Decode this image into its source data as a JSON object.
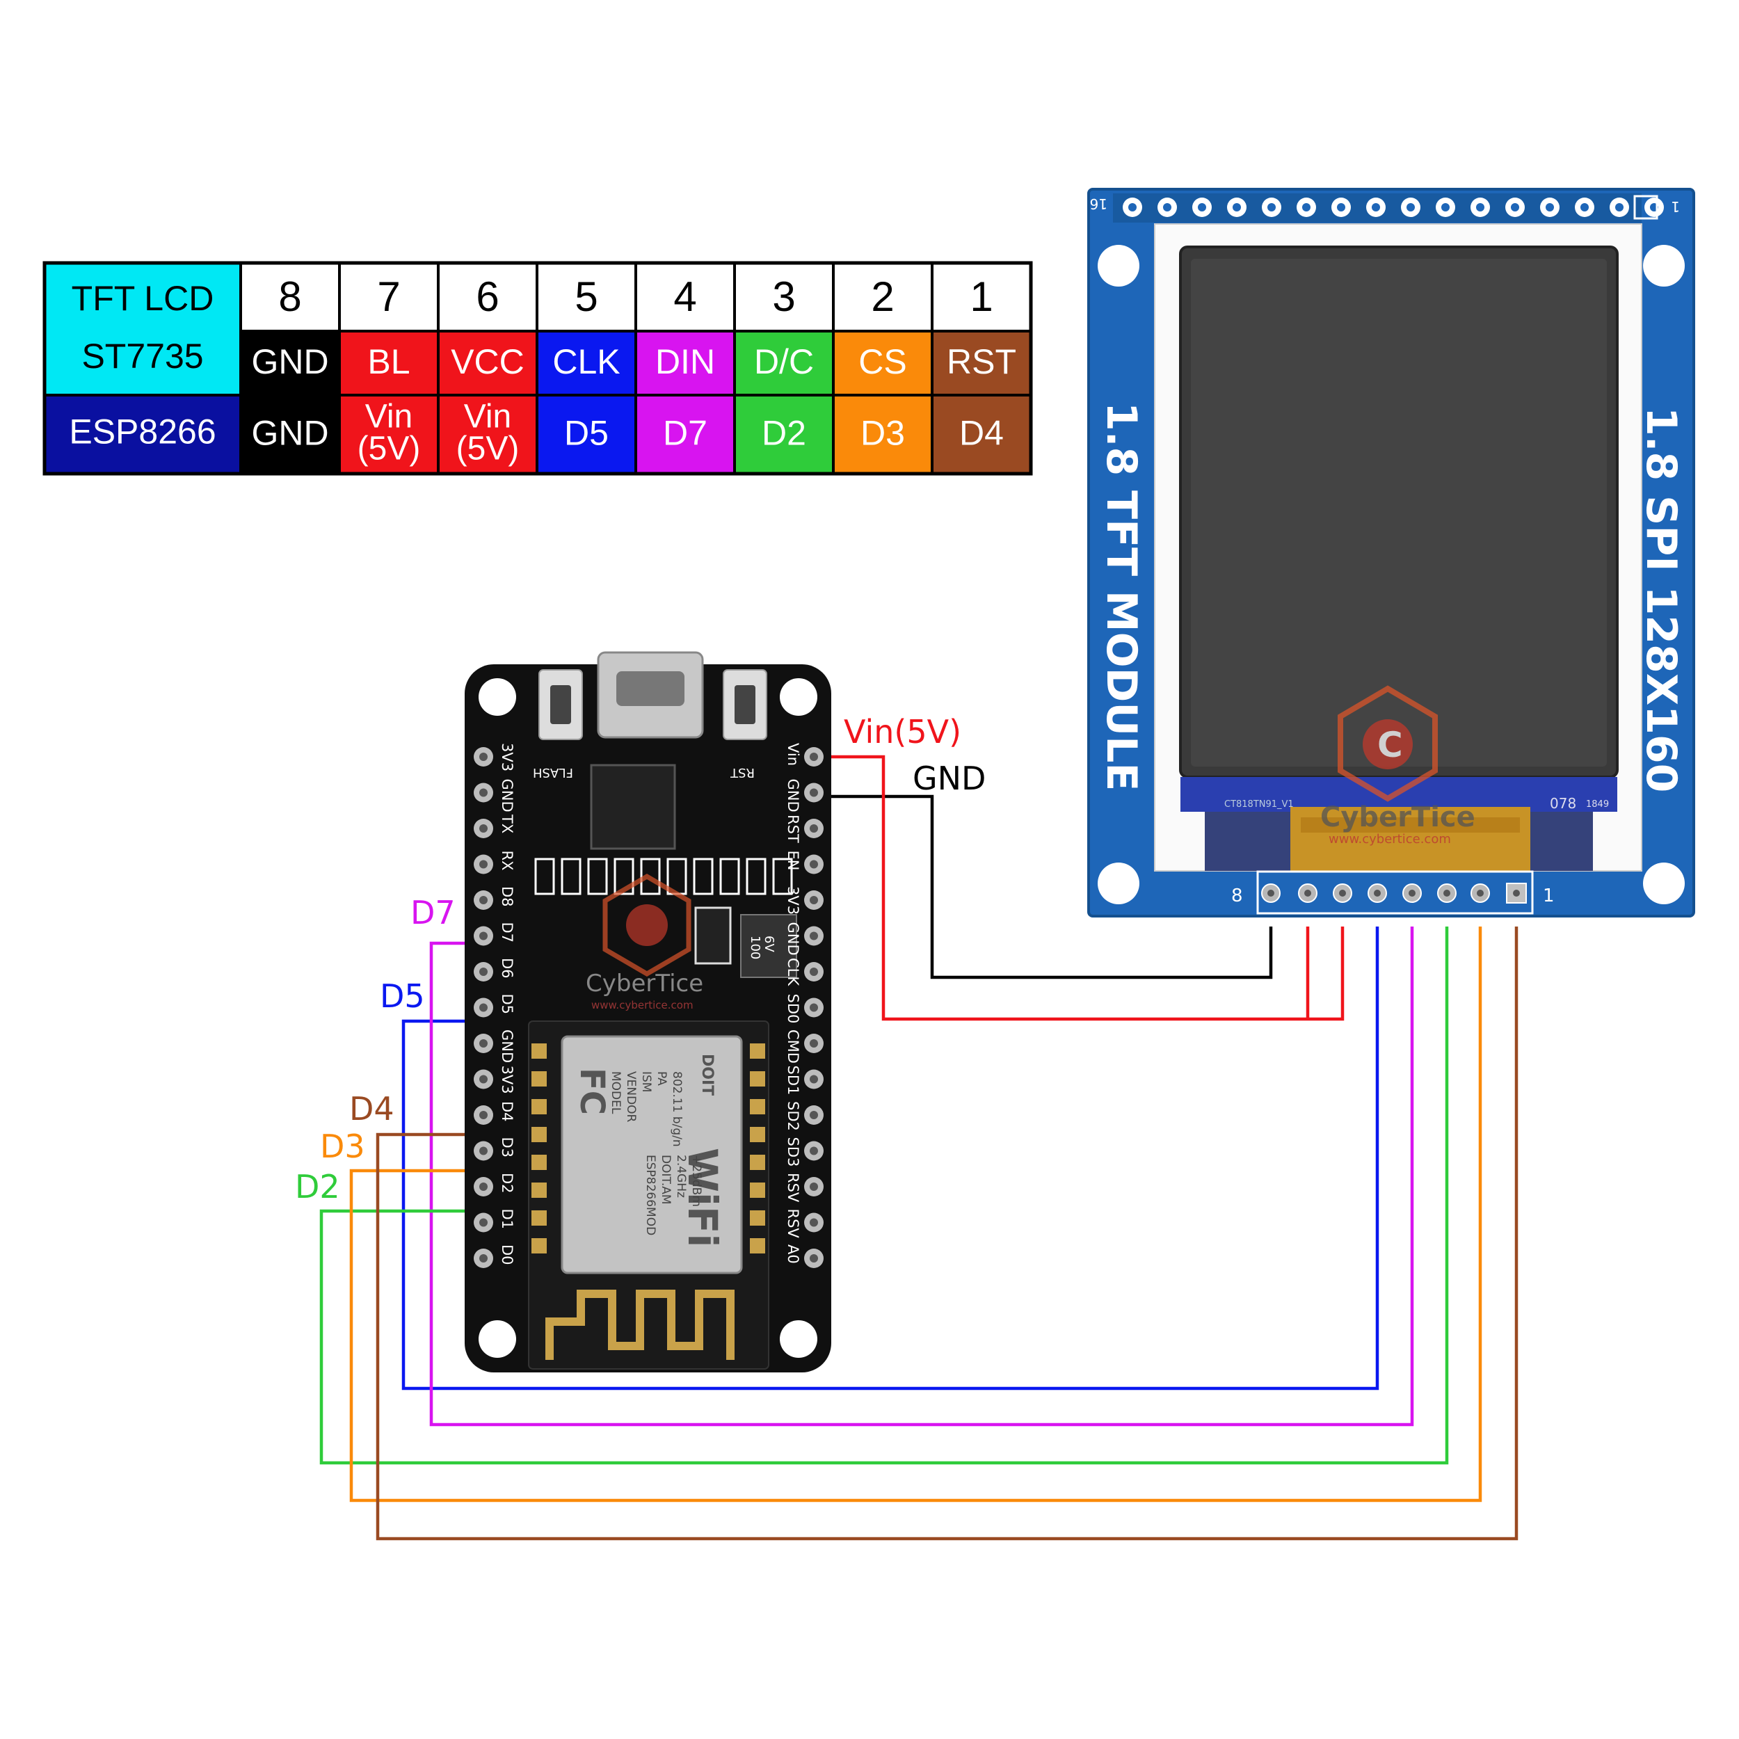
{
  "table": {
    "rows": [
      {
        "name": "TFT LCD",
        "lines": [
          "TFT LCD",
          "ST7735"
        ],
        "bg": "#00E8F4",
        "fg": "#000000"
      },
      {
        "name": "ESP8266",
        "lines": [
          "ESP8266"
        ],
        "bg": "#0A10A0",
        "fg": "#FFFFFF"
      }
    ],
    "pin_numbers": [
      "8",
      "7",
      "6",
      "5",
      "4",
      "3",
      "2",
      "1"
    ],
    "tft_pins": [
      {
        "label": "GND",
        "bg": "#000000",
        "fg": "#FFFFFF"
      },
      {
        "label": "BL",
        "bg": "#F0141B",
        "fg": "#FFFFFF"
      },
      {
        "label": "VCC",
        "bg": "#F0141B",
        "fg": "#FFFFFF"
      },
      {
        "label": "CLK",
        "bg": "#0A18F0",
        "fg": "#FFFFFF"
      },
      {
        "label": "DIN",
        "bg": "#D814F0",
        "fg": "#FFFFFF"
      },
      {
        "label": "D/C",
        "bg": "#2FCC3A",
        "fg": "#FFFFFF"
      },
      {
        "label": "CS",
        "bg": "#FA8A0A",
        "fg": "#FFFFFF"
      },
      {
        "label": "RST",
        "bg": "#9A4A22",
        "fg": "#FFFFFF"
      }
    ],
    "esp_pins": [
      {
        "lines": [
          "GND"
        ],
        "bg": "#000000",
        "fg": "#FFFFFF"
      },
      {
        "lines": [
          "Vin",
          "(5V)"
        ],
        "bg": "#F0141B",
        "fg": "#FFFFFF"
      },
      {
        "lines": [
          "Vin",
          "(5V)"
        ],
        "bg": "#F0141B",
        "fg": "#FFFFFF"
      },
      {
        "lines": [
          "D5"
        ],
        "bg": "#0A18F0",
        "fg": "#FFFFFF"
      },
      {
        "lines": [
          "D7"
        ],
        "bg": "#D814F0",
        "fg": "#FFFFFF"
      },
      {
        "lines": [
          "D2"
        ],
        "bg": "#2FCC3A",
        "fg": "#FFFFFF"
      },
      {
        "lines": [
          "D3"
        ],
        "bg": "#FA8A0A",
        "fg": "#FFFFFF"
      },
      {
        "lines": [
          "D4"
        ],
        "bg": "#9A4A22",
        "fg": "#FFFFFF"
      }
    ]
  },
  "tft_module": {
    "side_label_left": "1.8 TFT MODULE",
    "side_label_right": "1.8 SPI 128X160",
    "pin_end_left": "8",
    "pin_end_right": "1",
    "top_end_left": "16",
    "top_end_right": "1",
    "board_color": "#1E66B8",
    "fpc_text": "CT818TN91_V1",
    "fpc_codes": [
      "078",
      "1849"
    ]
  },
  "nodemcu": {
    "left_pins": [
      "3V3",
      "GND",
      "TX",
      "RX",
      "D8",
      "D7",
      "D6",
      "D5",
      "GND",
      "3V3",
      "D4",
      "D3",
      "D2",
      "D1",
      "D0"
    ],
    "right_pins": [
      "Vin",
      "GND",
      "RST",
      "EN",
      "3V3",
      "GND",
      "CLK",
      "SD0",
      "CMD",
      "SD1",
      "SD2",
      "SD3",
      "RSV",
      "RSV",
      "A0"
    ],
    "button_left": "FLASH",
    "button_right": "RST",
    "module_text": [
      "MODEL",
      "VENDOR",
      "ISM",
      "PA",
      "802.11 b/g/n",
      "ESP8266MOD",
      "DOIT.AM",
      "2.4GHz",
      "+25dBm"
    ],
    "cap_text": [
      "100",
      "6V"
    ],
    "fcc": "FC",
    "wifi": "WiFi",
    "doit": "DOIT"
  },
  "wire_labels": {
    "vin": "Vin(5V)",
    "gnd": "GND",
    "d7": "D7",
    "d5": "D5",
    "d4": "D4",
    "d3": "D3",
    "d2": "D2"
  },
  "watermark": {
    "brand": "CyberTice",
    "url": "www.cybertice.com",
    "logo_letter": "C"
  },
  "colors": {
    "red": "#F0141B",
    "black": "#000000",
    "blue": "#0A18F0",
    "magenta": "#D814F0",
    "green": "#2FCC3A",
    "orange": "#FA8A0A",
    "brown": "#9A4A22"
  }
}
